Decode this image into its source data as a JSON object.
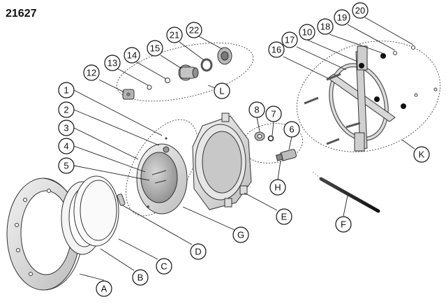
{
  "title": "21627",
  "callouts": [
    {
      "id": "1",
      "label": "1"
    },
    {
      "id": "2",
      "label": "2"
    },
    {
      "id": "3",
      "label": "3"
    },
    {
      "id": "4",
      "label": "4"
    },
    {
      "id": "5",
      "label": "5"
    },
    {
      "id": "6",
      "label": "6"
    },
    {
      "id": "7",
      "label": "7"
    },
    {
      "id": "8",
      "label": "8"
    },
    {
      "id": "10",
      "label": "10"
    },
    {
      "id": "12",
      "label": "12"
    },
    {
      "id": "13",
      "label": "13"
    },
    {
      "id": "14",
      "label": "14"
    },
    {
      "id": "15",
      "label": "15"
    },
    {
      "id": "16",
      "label": "16"
    },
    {
      "id": "17",
      "label": "17"
    },
    {
      "id": "18",
      "label": "18"
    },
    {
      "id": "19",
      "label": "19"
    },
    {
      "id": "20",
      "label": "20"
    },
    {
      "id": "21",
      "label": "21"
    },
    {
      "id": "22",
      "label": "22"
    },
    {
      "id": "A",
      "label": "A"
    },
    {
      "id": "B",
      "label": "B"
    },
    {
      "id": "C",
      "label": "C"
    },
    {
      "id": "D",
      "label": "D"
    },
    {
      "id": "E",
      "label": "E"
    },
    {
      "id": "F",
      "label": "F"
    },
    {
      "id": "G",
      "label": "G"
    },
    {
      "id": "H",
      "label": "H"
    },
    {
      "id": "K",
      "label": "K"
    },
    {
      "id": "L",
      "label": "L"
    }
  ]
}
